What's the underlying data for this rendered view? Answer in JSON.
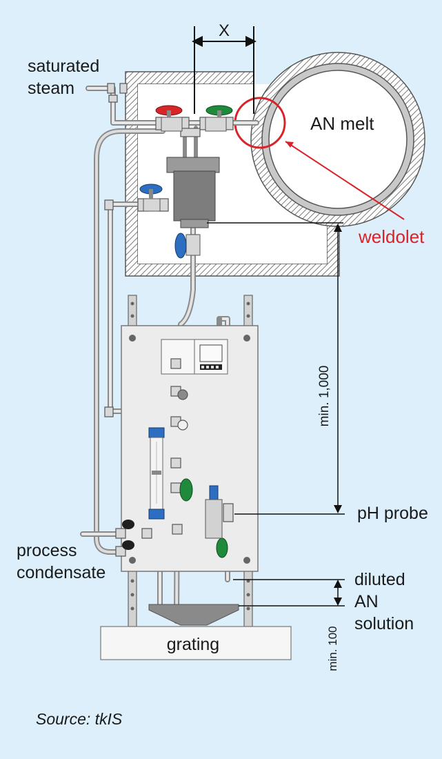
{
  "labels": {
    "x_dim": "X",
    "saturated_steam_1": "saturated",
    "saturated_steam_2": "steam",
    "an_melt": "AN melt",
    "weldolet": "weldolet",
    "min_1000": "min. 1,000",
    "ph_probe": "pH probe",
    "process_condensate_1": "process",
    "process_condensate_2": "condensate",
    "diluted_1": "diluted",
    "diluted_2": "AN",
    "diluted_3": "solution",
    "min_100": "min. 100",
    "grating": "grating",
    "source": "Source: tkIS"
  },
  "colors": {
    "background": "#dceffa",
    "accent_red": "#d9222a",
    "valve_red": "#d7262a",
    "valve_green": "#1f8a3c",
    "valve_blue": "#2e6ec2"
  }
}
